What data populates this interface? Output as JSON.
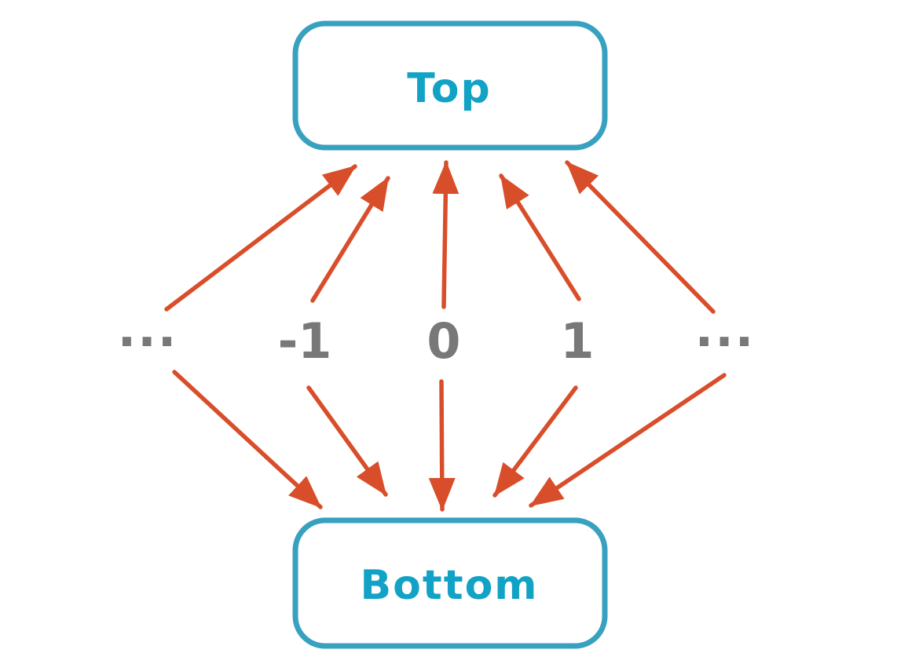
{
  "diagram": {
    "description": "Flat lattice of integers with Top and Bottom elements",
    "top_node": {
      "label": "Top"
    },
    "bottom_node": {
      "label": "Bottom"
    },
    "middle_nodes": [
      {
        "id": "ellipsis-left",
        "label": "..."
      },
      {
        "id": "minus-one",
        "label": "-1"
      },
      {
        "id": "zero",
        "label": "0"
      },
      {
        "id": "one",
        "label": "1"
      },
      {
        "id": "ellipsis-right",
        "label": "..."
      }
    ],
    "edges": [
      {
        "from": "ellipsis-left",
        "to": "Top"
      },
      {
        "from": "minus-one",
        "to": "Top"
      },
      {
        "from": "zero",
        "to": "Top"
      },
      {
        "from": "one",
        "to": "Top"
      },
      {
        "from": "ellipsis-right",
        "to": "Top"
      },
      {
        "from": "ellipsis-left",
        "to": "Bottom"
      },
      {
        "from": "minus-one",
        "to": "Bottom"
      },
      {
        "from": "zero",
        "to": "Bottom"
      },
      {
        "from": "one",
        "to": "Bottom"
      },
      {
        "from": "ellipsis-right",
        "to": "Bottom"
      }
    ]
  },
  "colors": {
    "background": "#ffffff",
    "box_border": "#37A1BF",
    "box_fill": "#ffffff",
    "box_text": "#12A2C6",
    "node_text": "#787878",
    "arrow": "#D94E2A"
  }
}
